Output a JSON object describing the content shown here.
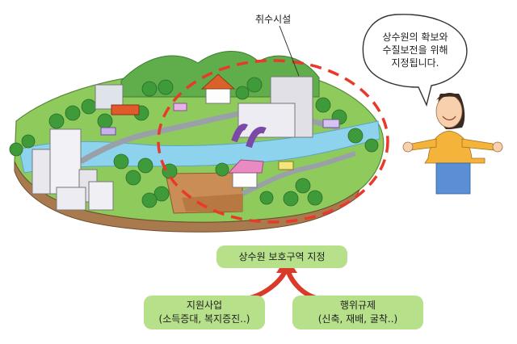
{
  "callout_facility": "취수시설",
  "speech": {
    "line1": "상수원의 확보와",
    "line2": "수질보전을 위해",
    "line3": "지정됩니다."
  },
  "main_box": "상수원 보호구역 지정",
  "left_box": {
    "line1": "지원사업",
    "line2": "(소득증대, 복지증진..)"
  },
  "right_box": {
    "line1": "행위규제",
    "line2": "(신축, 재배, 굴착..)"
  },
  "colors": {
    "river": "#8ed3ee",
    "grass": "#8fcb5c",
    "hill": "#5fae4b",
    "boundary": "#e8392b",
    "label_box": "#b6e08a",
    "arrow": "#d93a2a",
    "shirt": "#f4b33a"
  }
}
